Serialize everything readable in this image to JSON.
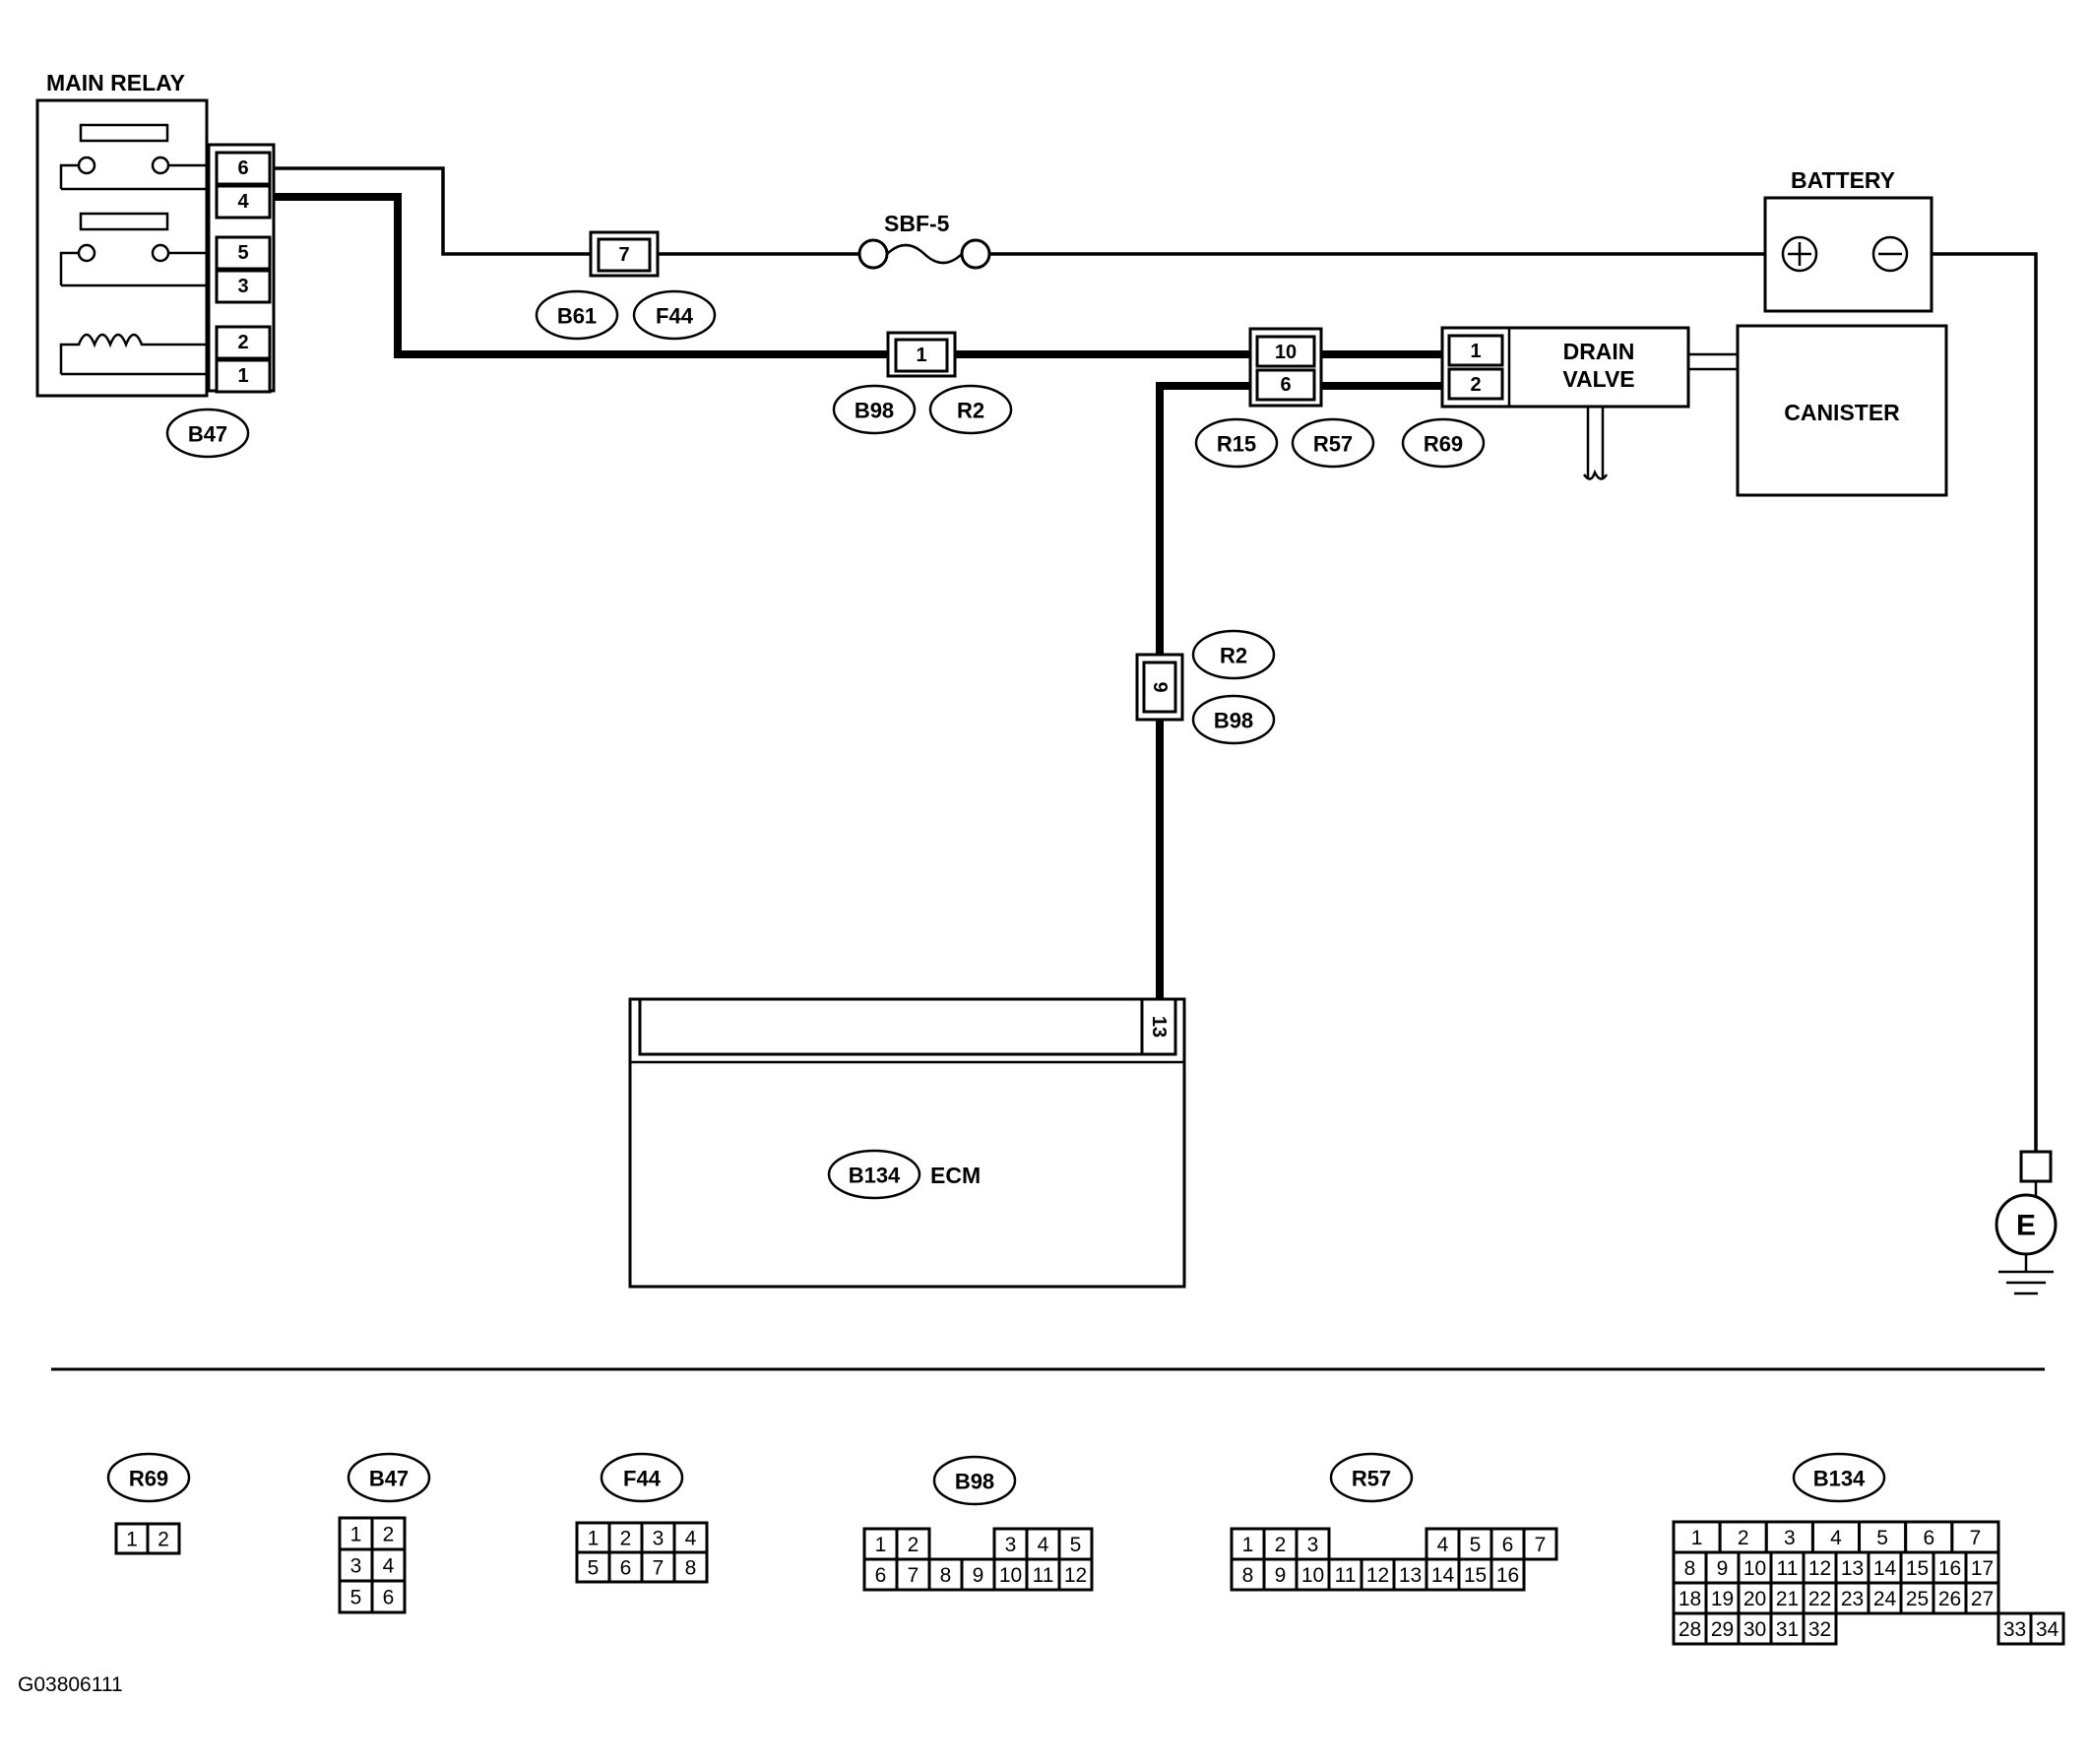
{
  "labels": {
    "main_relay": "MAIN RELAY",
    "battery": "BATTERY",
    "fuse": "SBF-5",
    "drain_valve_1": "DRAIN",
    "drain_valve_2": "VALVE",
    "canister": "CANISTER",
    "ecm": "ECM",
    "ground": "E",
    "figure_code": "G03806111"
  },
  "main_relay_pins": [
    "6",
    "4",
    "5",
    "3",
    "2",
    "1"
  ],
  "wire_pins": {
    "b61_f44": "7",
    "b98_r2_top": "1",
    "r15_r57_a": "10",
    "r15_r57_b": "6",
    "r69_a": "1",
    "r69_b": "2",
    "b98_r2_vert": "9",
    "ecm_pin": "13"
  },
  "connector_tags": {
    "b47": "B47",
    "b61": "B61",
    "f44": "F44",
    "b98": "B98",
    "r2": "R2",
    "r15": "R15",
    "r57": "R57",
    "r69": "R69",
    "b134": "B134"
  },
  "connector_views": {
    "r69": {
      "name": "R69",
      "rows": [
        [
          "1",
          "2"
        ]
      ]
    },
    "b47": {
      "name": "B47",
      "rows": [
        [
          "1",
          "2"
        ],
        [
          "3",
          "4"
        ],
        [
          "5",
          "6"
        ]
      ]
    },
    "f44": {
      "name": "F44",
      "rows": [
        [
          "1",
          "2",
          "3",
          "4"
        ],
        [
          "5",
          "6",
          "7",
          "8"
        ]
      ]
    },
    "b98": {
      "name": "B98",
      "rows": [
        [
          "1",
          "2",
          "3",
          "4",
          "5"
        ],
        [
          "6",
          "7",
          "8",
          "9",
          "10",
          "11",
          "12"
        ]
      ]
    },
    "r57": {
      "name": "R57",
      "rows": [
        [
          "1",
          "2",
          "3",
          "4",
          "5",
          "6",
          "7"
        ],
        [
          "8",
          "9",
          "10",
          "11",
          "12",
          "13",
          "14",
          "15",
          "16"
        ]
      ]
    },
    "b134": {
      "name": "B134",
      "rows": [
        [
          "1",
          "2",
          "3",
          "4",
          "5",
          "6",
          "7"
        ],
        [
          "8",
          "9",
          "10",
          "11",
          "12",
          "13",
          "14",
          "15",
          "16",
          "17"
        ],
        [
          "18",
          "19",
          "20",
          "21",
          "22",
          "23",
          "24",
          "25",
          "26",
          "27"
        ],
        [
          "28",
          "29",
          "30",
          "31",
          "32",
          "33",
          "34"
        ]
      ]
    }
  }
}
